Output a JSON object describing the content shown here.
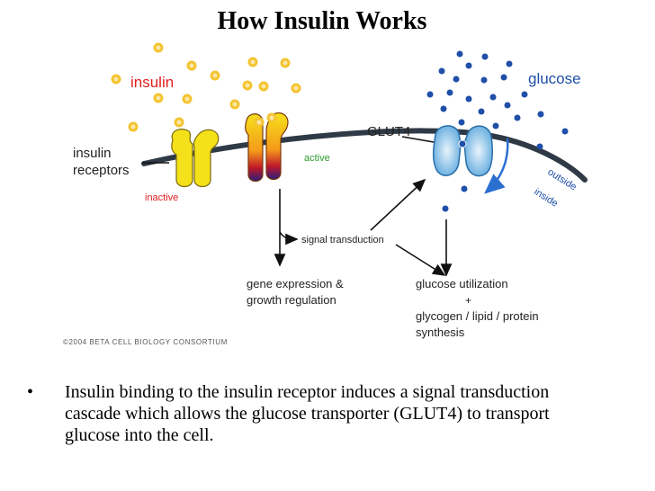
{
  "title": "How Insulin Works",
  "labels": {
    "insulin": "insulin",
    "glucose": "glucose",
    "glut4": "GLUT4",
    "receptors_line1": "insulin",
    "receptors_line2": "receptors",
    "inactive": "inactive",
    "active": "active",
    "outside": "outside",
    "inside": "inside",
    "signal": "signal transduction",
    "gene_line1": "gene expression &",
    "gene_line2": "growth regulation",
    "glucose_util": "glucose utilization",
    "plus": "+",
    "glycogen_line1": "glycogen / lipid / protein",
    "glycogen_line2": "synthesis",
    "copyright": "©2004 BETA CELL BIOLOGY CONSORTIUM"
  },
  "bullet": {
    "symbol": "•",
    "text": "Insulin binding to the insulin receptor induces a signal transduction cascade which allows the glucose transporter (GLUT4) to transport glucose into the cell."
  },
  "colors": {
    "insulin_dot": "#f4c430",
    "insulin_text": "#e02020",
    "glucose_dot": "#1f4fa8",
    "receptor": "#f5e11a",
    "active_text": "#2e9a2e",
    "glut4": "#8cc4ea",
    "membrane": "#2f3a46",
    "arrow_blue": "#2b6fd1"
  }
}
